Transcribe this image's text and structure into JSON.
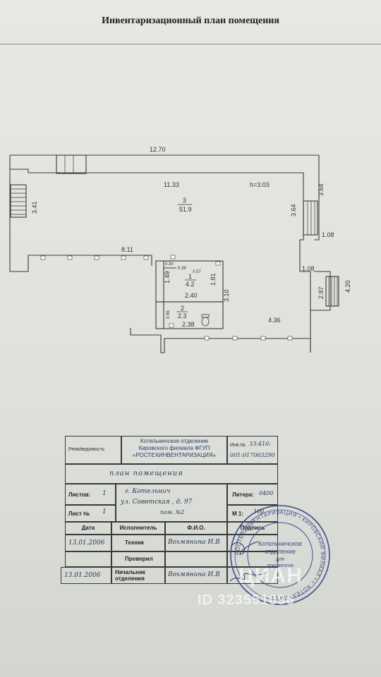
{
  "document": {
    "title": "Инвентаризационный план помещения"
  },
  "plan": {
    "dimensions": {
      "overall_width": "12.70",
      "inner_width": "11.33",
      "height_label": "h=3.03",
      "left_wall": "3.41",
      "right_top_1": "3.64",
      "right_top_2": "3.64",
      "right_step": "1.08",
      "right_step_2": "1.08",
      "mid_left": "8.11",
      "right_lower_1": "2.87",
      "right_lower_2": "4.20",
      "bottom_right": "4.36",
      "room1_height": "1.49",
      "room1_width": "2.40",
      "room1_side": "1.81",
      "room1_side2": "3.10",
      "room2_width": "2.38",
      "small_1": "0.30",
      "small_2": "0.39",
      "small_3": "0.57",
      "small_4": "0.96"
    },
    "rooms": [
      {
        "number": "3",
        "area": "51.9"
      },
      {
        "number": "1",
        "area": "4.2"
      },
      {
        "number": "2",
        "area": "2.3"
      }
    ]
  },
  "stamp": {
    "label_rekvizity": "Рекв/ведомость",
    "org_line1": "Котельничское отделение",
    "org_line2": "Кировского филиала ФГУП",
    "org_line3": "«РОСТЕХИНВЕНТАРИЗАЦИЯ»",
    "inv_label": "Инв.№",
    "inv_value": "33:410:",
    "inv_value2": "001:017063290",
    "doc_name": "план помещения",
    "sheets_label": "Листов:",
    "sheets_value": "1",
    "sheet_no_label": "Лист №",
    "sheet_no_value": "1",
    "address_line1": "г. Котельнич",
    "address_line2": "ул. Советская , д. 97",
    "address_line3": "пом. №2",
    "litera_label": "Литера:",
    "litera_value": "0400",
    "scale_label": "М 1:",
    "scale_value": "100",
    "col_date": "Дата",
    "col_executor": "Исполнитель",
    "col_fio": "Ф.И.О.",
    "col_sign": "Подпись",
    "row1_date": "13.01.2006",
    "row1_role": "Техник",
    "row1_fio": "Вохмянина И.В",
    "row2_role": "Проверил",
    "row3_date": "13.01.2006",
    "row3_role_1": "Начальник",
    "row3_role_2": "отделения",
    "row3_fio": "Вохмянина И.В"
  },
  "seal": {
    "center_line1": "Котельничское",
    "center_line2": "отделение",
    "center_line3": "для",
    "center_line4": "документов",
    "ring_text": "РОСТЕХИНВЕНТАРИЗАЦИЯ • КИРОВСКИЙ ФИЛИАЛ • г. КОТЕЛЬНИЧ •"
  },
  "watermark": {
    "logo": "ЦИАН",
    "id": "ID 323551096"
  }
}
